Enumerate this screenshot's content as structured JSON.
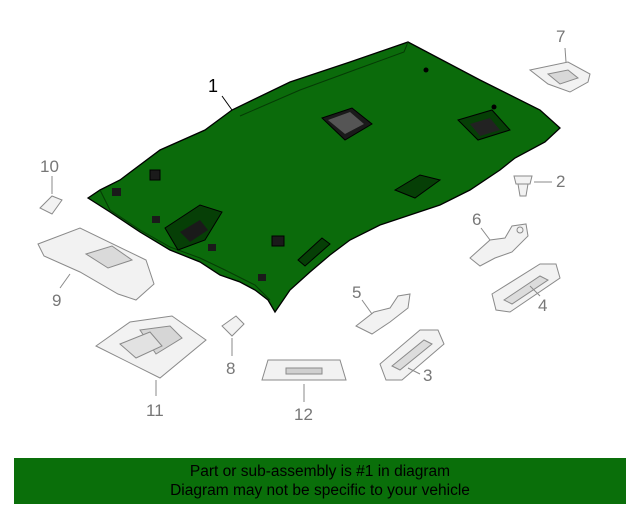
{
  "parts": {
    "p1": "1",
    "p2": "2",
    "p3": "3",
    "p4": "4",
    "p5": "5",
    "p6": "6",
    "p7": "7",
    "p8": "8",
    "p9": "9",
    "p10": "10",
    "p11": "11",
    "p12": "12"
  },
  "banner": {
    "line1": "Part or sub-assembly is #1 in diagram",
    "line2": "Diagram may not be specific to your vehicle"
  },
  "colors": {
    "highlight": "#0a6f0a",
    "headliner": "#0b6b0b",
    "line": "#8a8a8a"
  }
}
